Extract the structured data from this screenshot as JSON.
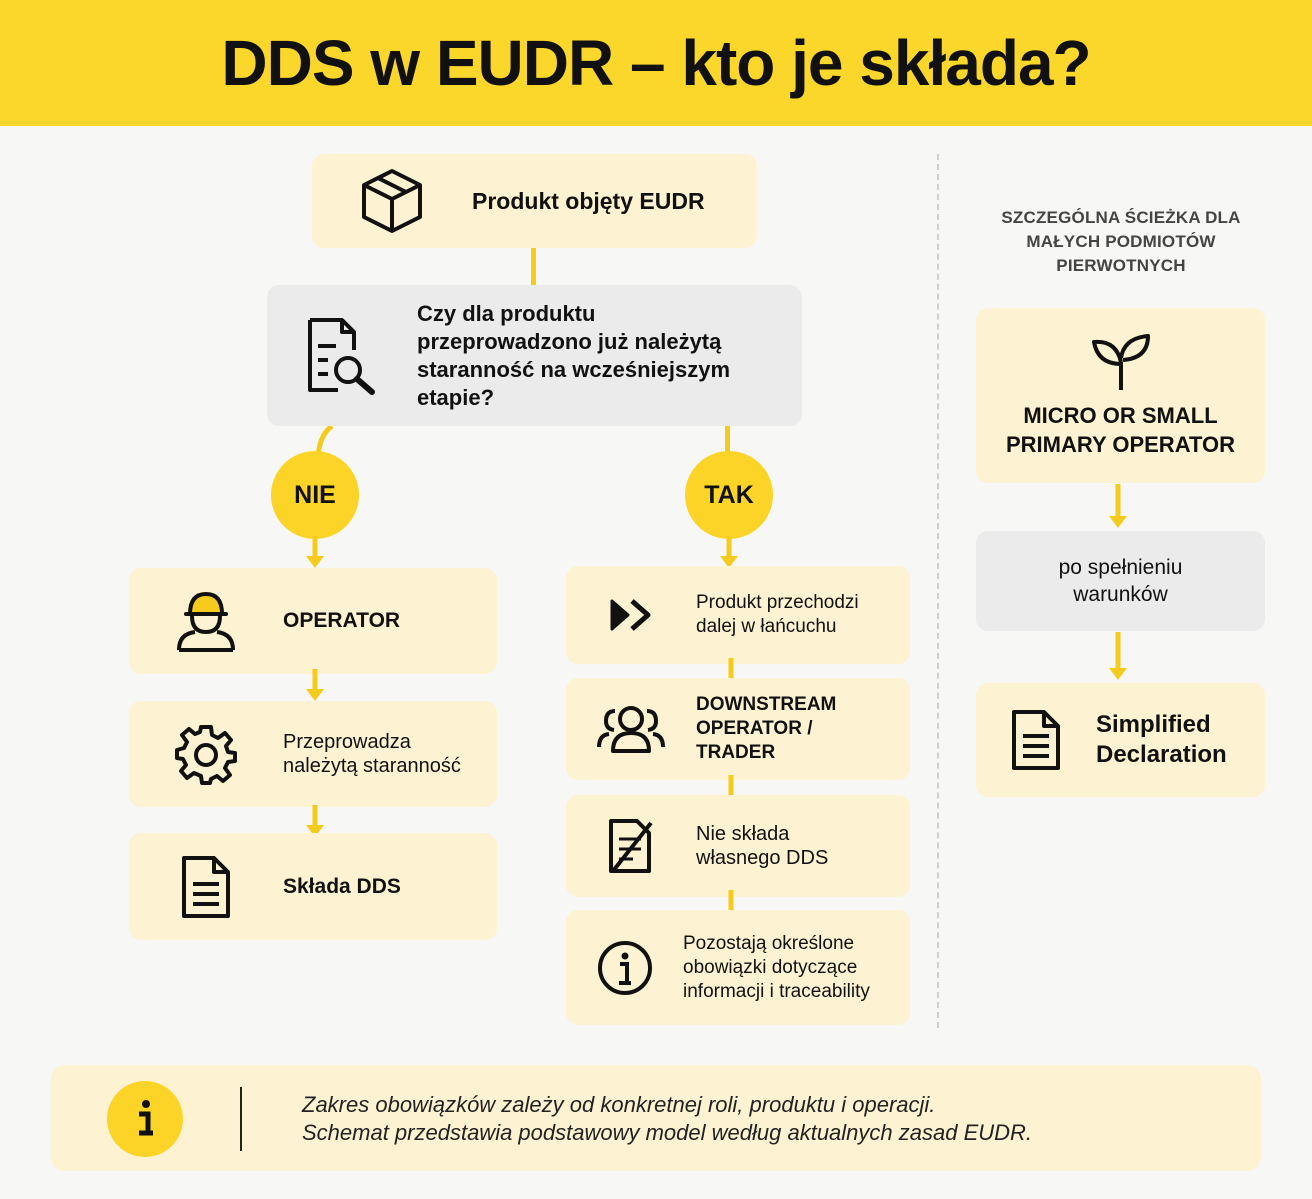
{
  "title": "DDS w EUDR – kto je składa?",
  "top": {
    "product_label": "Produkt objęty EUDR",
    "question_label": "Czy dla produktu przeprowadzono już należytą staranność na wcześniejszym etapie?"
  },
  "branches": {
    "no": {
      "label": "NIE",
      "steps": [
        {
          "icon": "worker-icon",
          "label": "OPERATOR"
        },
        {
          "icon": "gear-icon",
          "label": "Przeprowadza należytą staranność"
        },
        {
          "icon": "document-icon",
          "label": "Składa DDS"
        }
      ]
    },
    "yes": {
      "label": "TAK",
      "steps": [
        {
          "icon": "fast-forward-icon",
          "label": "Produkt przechodzi dalej w łańcuchu"
        },
        {
          "icon": "group-icon",
          "label": "DOWNSTREAM OPERATOR / TRADER"
        },
        {
          "icon": "crossed-document-icon",
          "label": "Nie składa własnego DDS"
        },
        {
          "icon": "info-icon",
          "label": "Pozostają określone obowiązki dotyczące informacji i traceability"
        }
      ]
    }
  },
  "side": {
    "title": "SZCZEGÓLNA ŚCIEŻKA DLA MAŁYCH PODMIOTÓW PIERWOTNYCH",
    "operator_label": "MICRO OR SMALL PRIMARY OPERATOR",
    "condition_label": "po spełnieniu warunków",
    "declaration_label": "Simplified Declaration"
  },
  "footer": {
    "line1": "Zakres obowiązków zależy od konkretnej roli, produktu i operacji.",
    "line2": "Schemat przedstawia podstawowy model według aktualnych zasad EUDR."
  },
  "colors": {
    "accent": "#fcd72b",
    "box": "#fdf3d2",
    "grey_box": "#ebebeb",
    "connector": "#f5cc1d"
  }
}
